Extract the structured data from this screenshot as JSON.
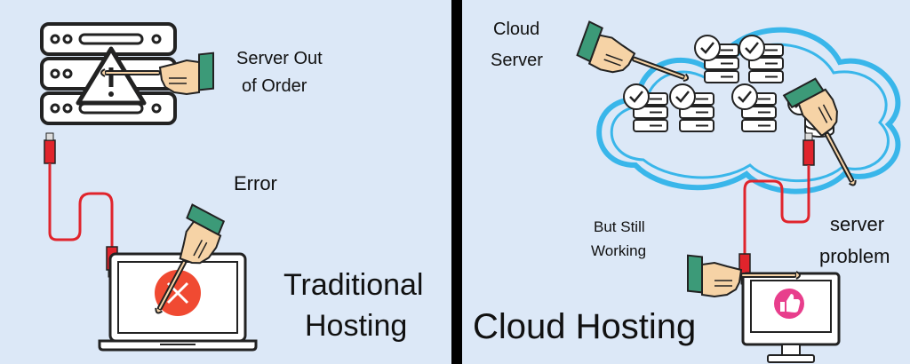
{
  "left_panel": {
    "server_label_line1": "Server Out",
    "server_label_line2": "of Order",
    "error_label": "Error",
    "title_line1": "Traditional",
    "title_line2": "Hosting"
  },
  "right_panel": {
    "cloud_label_line1": "Cloud",
    "cloud_label_line2": "Server",
    "working_label_line1": "But Still",
    "working_label_line2": "Working",
    "problem_label_line1": "server",
    "problem_label_line2": "problem",
    "title": "Cloud Hosting"
  },
  "colors": {
    "background": "#dce8f7",
    "divider": "#000000",
    "cable": "#e0242c",
    "error_circle": "#f04a32",
    "cloud_outline": "#39b6ea",
    "like_badge": "#e83e8c",
    "sleeve": "#3c9a78",
    "skin": "#f6d3a6"
  },
  "icons": [
    "server-rack-icon",
    "warning-icon",
    "laptop-icon",
    "error-x-icon",
    "cloud-icon",
    "server-ok-icon",
    "server-failed-icon",
    "monitor-icon",
    "thumbs-up-icon",
    "pointing-hand-icon"
  ]
}
